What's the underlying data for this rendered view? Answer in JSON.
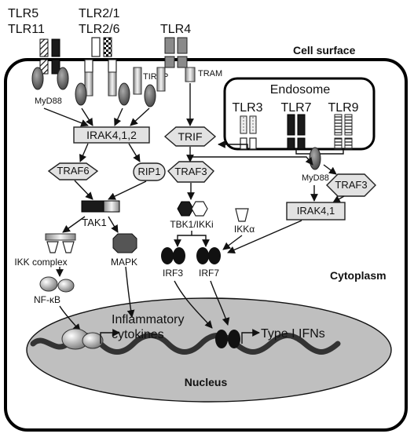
{
  "labels": {
    "cell_surface": "Cell surface",
    "endosome": "Endosome",
    "cytoplasm": "Cytoplasm",
    "nucleus": "Nucleus"
  },
  "receptors": {
    "tlr5": "TLR5",
    "tlr11": "TLR11",
    "tlr2_1": "TLR2/1",
    "tlr2_6": "TLR2/6",
    "tlr4": "TLR4",
    "tlr3": "TLR3",
    "tlr7": "TLR7",
    "tlr9": "TLR9"
  },
  "adaptors": {
    "myd88_left": "MyD88",
    "tirap": "TIRAP",
    "tram": "TRAM",
    "trif": "TRIF",
    "myd88_right": "MyD88"
  },
  "signaling": {
    "irak412": "IRAK4,1,2",
    "traf6": "TRAF6",
    "rip1": "RIP1",
    "traf3_left": "TRAF3",
    "traf3_right": "TRAF3",
    "tak1": "TAK1",
    "tbk1": "TBK1/IKKi",
    "ikka": "IKKα",
    "irak41": "IRAK4,1",
    "ikk_complex": "IKK complex",
    "mapk": "MAPK",
    "nfkb": "NF-κB",
    "irf3": "IRF3",
    "irf7": "IRF7"
  },
  "outputs": {
    "inflammatory_line1": "Inflammatory",
    "inflammatory_line2": "cytokines",
    "type1_ifns": "Type I IFNs"
  }
}
